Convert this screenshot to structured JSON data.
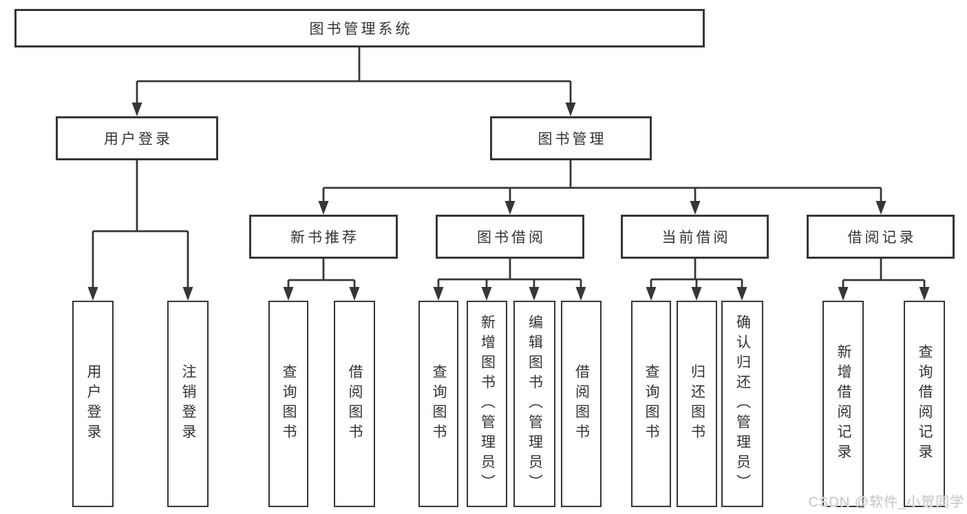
{
  "tree": {
    "root": {
      "label": "图书管理系统"
    },
    "children": [
      {
        "label": "用户登录",
        "children": [
          {
            "label": "用户登录"
          },
          {
            "label": "注销登录"
          }
        ]
      },
      {
        "label": "图书管理",
        "children": [
          {
            "label": "新书推荐",
            "children": [
              {
                "label": "查询图书"
              },
              {
                "label": "借阅图书"
              }
            ]
          },
          {
            "label": "图书借阅",
            "children": [
              {
                "label": "查询图书"
              },
              {
                "label": "新增图书（管理员）"
              },
              {
                "label": "编辑图书（管理员）"
              },
              {
                "label": "借阅图书"
              }
            ]
          },
          {
            "label": "当前借阅",
            "children": [
              {
                "label": "查询图书"
              },
              {
                "label": "归还图书"
              },
              {
                "label": "确认归还（管理员）"
              }
            ]
          },
          {
            "label": "借阅记录",
            "children": [
              {
                "label": "新增借阅记录"
              },
              {
                "label": "查询借阅记录"
              }
            ]
          }
        ]
      }
    ]
  },
  "watermark": {
    "text": "CSDN @软件_小贺同学"
  },
  "colors": {
    "line": "#363636",
    "box_border": "#363636",
    "text": "#333333",
    "watermark": "#c9c9c9",
    "background": "#ffffff"
  }
}
